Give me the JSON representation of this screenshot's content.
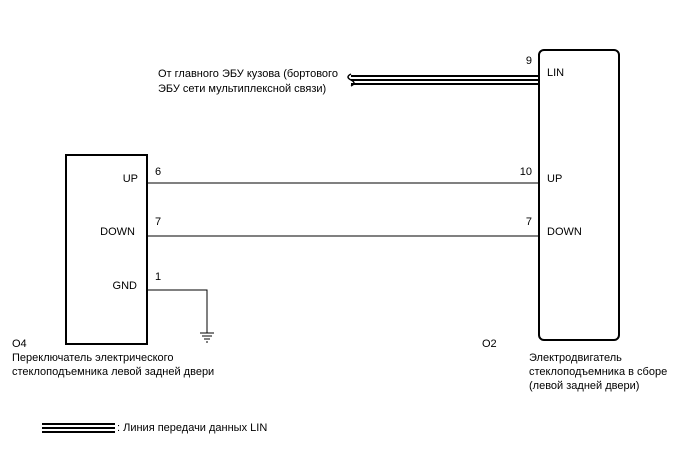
{
  "source": {
    "line1": "От главного ЭБУ кузова (бортового",
    "line2": "ЭБУ сети мультиплексной связи)"
  },
  "switch": {
    "code": "O4",
    "name_line1": "Переключатель электрического",
    "name_line2": "стеклоподъемника левой задней двери",
    "pins": [
      {
        "label": "UP",
        "number": "6"
      },
      {
        "label": "DOWN",
        "number": "7"
      },
      {
        "label": "GND",
        "number": "1"
      }
    ]
  },
  "motor": {
    "code": "O2",
    "name_line1": "Электродвигатель",
    "name_line2": "стеклоподъемника в сборе",
    "name_line3": "(левой задней двери)",
    "pins": [
      {
        "label": "LIN",
        "number": "9"
      },
      {
        "label": "UP",
        "number": "10"
      },
      {
        "label": "DOWN",
        "number": "7"
      }
    ]
  },
  "legend": {
    "text": ": Линия передачи данных LIN"
  }
}
